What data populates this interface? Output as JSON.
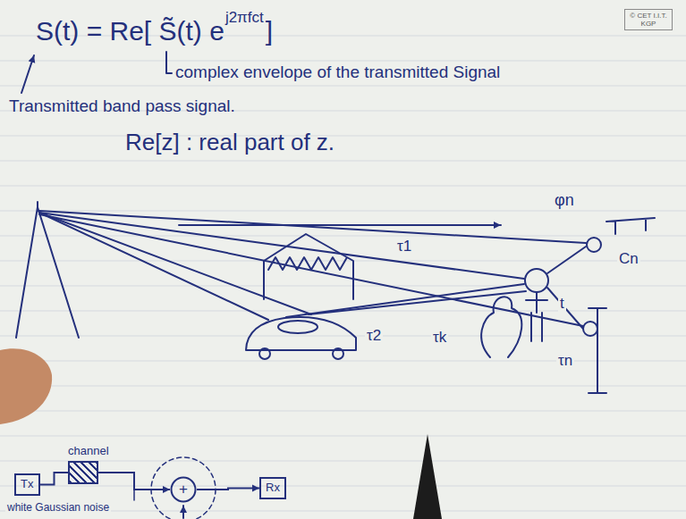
{
  "diagram": {
    "nodes": [
      {
        "text": [
          "© CET I.I.T. KGP"
        ]
      },
      {
        "text": [
          "Tx"
        ]
      },
      {
        "text": [
          "channel"
        ]
      },
      {
        "text": [
          "+"
        ]
      },
      {
        "text": [
          "Rx"
        ]
      }
    ],
    "edges": [
      {
        "from": 1,
        "to": 2,
        "arrow": "none"
      },
      {
        "from": 2,
        "to": 3,
        "arrow": "to"
      },
      {
        "from": 3,
        "to": 4,
        "arrow": "to"
      }
    ],
    "labels": [
      "S(t) = Re[ S̃(t) e",
      "j2πfct",
      "]",
      "complex envelope of the transmitted Signal",
      "Transmitted band pass signal.",
      "Re[z] : real part of z.",
      "φn",
      "τ1",
      "Cn",
      "t",
      "τ2",
      "τk",
      "τn",
      "white Gaussian noise"
    ]
  }
}
